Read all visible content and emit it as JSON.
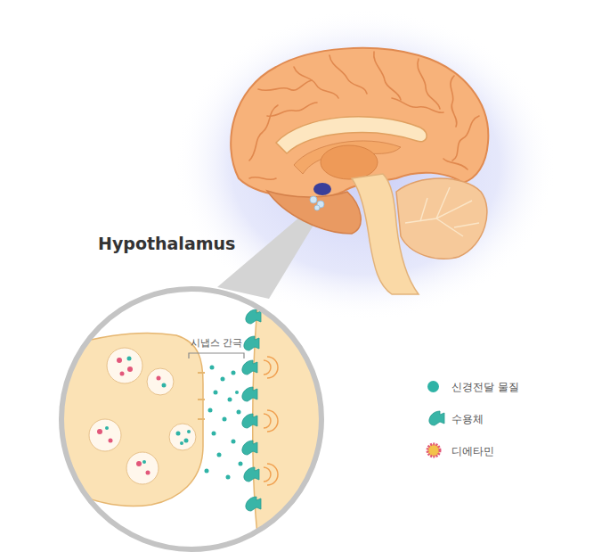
{
  "diagram": {
    "labels": [
      "Hypothalamus",
      "시냅스 간극"
    ],
    "legend": [
      {
        "text": "신경전달 물질",
        "color": "#2fb3a6"
      },
      {
        "text": "수용체"
      },
      {
        "text": "디에타민"
      }
    ]
  }
}
